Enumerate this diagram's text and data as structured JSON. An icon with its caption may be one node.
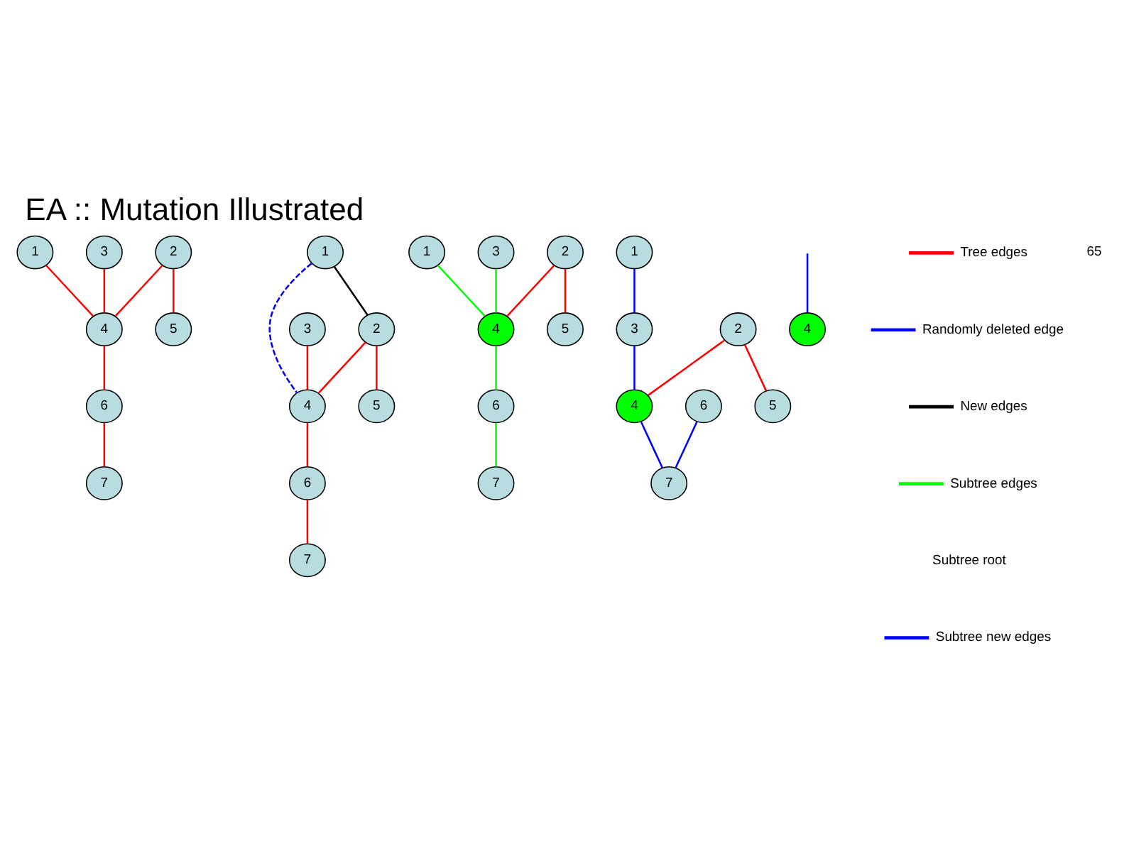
{
  "diagram": {
    "title": "EA :: Mutation Illustrated",
    "nodes": [
      {
        "text": [
          "1"
        ]
      },
      {
        "text": [
          "2"
        ]
      },
      {
        "text": [
          "3"
        ]
      },
      {
        "text": [
          "4"
        ]
      },
      {
        "text": [
          "5"
        ]
      },
      {
        "text": [
          "6"
        ]
      },
      {
        "text": [
          "7"
        ]
      },
      {
        "text": [
          "1"
        ]
      },
      {
        "text": [
          "2"
        ]
      },
      {
        "text": [
          "3"
        ]
      },
      {
        "text": [
          "4"
        ]
      },
      {
        "text": [
          "5"
        ]
      },
      {
        "text": [
          "6"
        ]
      },
      {
        "text": [
          "7"
        ]
      },
      {
        "text": [
          "1"
        ]
      },
      {
        "text": [
          "2"
        ]
      },
      {
        "text": [
          "3"
        ]
      },
      {
        "text": [
          "4"
        ]
      },
      {
        "text": [
          "5"
        ]
      },
      {
        "text": [
          "6"
        ]
      },
      {
        "text": [
          "7"
        ]
      },
      {
        "text": [
          "1"
        ]
      },
      {
        "text": [
          "2"
        ]
      },
      {
        "text": [
          "3"
        ]
      },
      {
        "text": [
          "4"
        ]
      },
      {
        "text": [
          "5"
        ]
      },
      {
        "text": [
          "6"
        ]
      },
      {
        "text": [
          "7"
        ]
      },
      {
        "text": [
          "4"
        ]
      }
    ],
    "edges": [
      {
        "from": 0,
        "to": 3,
        "arrow": "none"
      },
      {
        "from": 1,
        "to": 3,
        "arrow": "none"
      },
      {
        "from": 1,
        "to": 4,
        "arrow": "none"
      },
      {
        "from": 2,
        "to": 3,
        "arrow": "none"
      },
      {
        "from": 3,
        "to": 5,
        "arrow": "none"
      },
      {
        "from": 5,
        "to": 6,
        "arrow": "none"
      },
      {
        "from": 7,
        "to": 8,
        "arrow": "none",
        "color": "#000000"
      },
      {
        "from": 7,
        "to": 10,
        "arrow": "none",
        "style": "dashed",
        "color": "#0000ff"
      },
      {
        "from": 8,
        "to": 10,
        "arrow": "none"
      },
      {
        "from": 8,
        "to": 11,
        "arrow": "none"
      },
      {
        "from": 9,
        "to": 10,
        "arrow": "none"
      },
      {
        "from": 10,
        "to": 12,
        "arrow": "none"
      },
      {
        "from": 12,
        "to": 13,
        "arrow": "none"
      },
      {
        "from": 14,
        "to": 17,
        "arrow": "none",
        "color": "#00ff00"
      },
      {
        "from": 15,
        "to": 17,
        "arrow": "none"
      },
      {
        "from": 15,
        "to": 18,
        "arrow": "none"
      },
      {
        "from": 16,
        "to": 17,
        "arrow": "none",
        "color": "#00ff00"
      },
      {
        "from": 17,
        "to": 19,
        "arrow": "none",
        "color": "#00ff00"
      },
      {
        "from": 19,
        "to": 20,
        "arrow": "none",
        "color": "#00ff00"
      },
      {
        "from": 21,
        "to": 23,
        "arrow": "none",
        "color": "#0000ff"
      },
      {
        "from": 22,
        "to": 24,
        "arrow": "none"
      },
      {
        "from": 22,
        "to": 25,
        "arrow": "none"
      },
      {
        "from": 23,
        "to": 24,
        "arrow": "none",
        "color": "#0000ff"
      },
      {
        "from": 24,
        "to": 27,
        "arrow": "none",
        "color": "#0000ff"
      },
      {
        "from": 26,
        "to": 27,
        "arrow": "none",
        "color": "#0000ff"
      },
      {
        "from": null,
        "to": 28,
        "arrow": "none",
        "color": "#0000ff"
      }
    ],
    "labels": [
      "65"
    ],
    "legend": [
      {
        "text": "Tree edges",
        "color": "#ff0000"
      },
      {
        "text": "Randomly deleted edge",
        "color": "#0000ff"
      },
      {
        "text": "New edges",
        "color": "#000000"
      },
      {
        "text": "Subtree edges",
        "color": "#00ff00"
      },
      {
        "text": "Subtree root"
      },
      {
        "text": "Subtree new edges",
        "color": "#0000ff"
      }
    ]
  }
}
